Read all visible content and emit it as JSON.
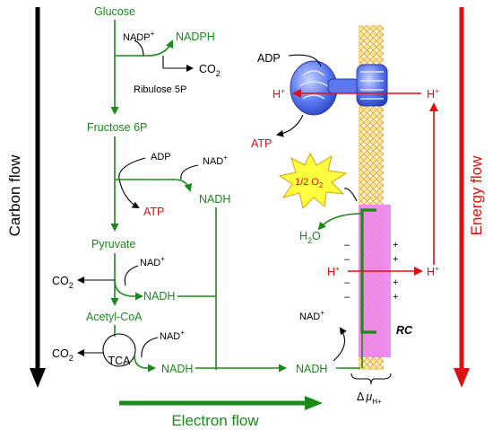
{
  "axes": {
    "carbon_flow": "Carbon flow",
    "energy_flow": "Energy flow",
    "electron_flow": "Electron flow"
  },
  "pathway": {
    "glucose": "Glucose",
    "nadp": "NADP",
    "nadph": "NADPH",
    "co2": "CO",
    "ribulose": "Ribulose 5P",
    "fructose": "Fructose 6P",
    "adp": "ADP",
    "nad": "NAD",
    "atp": "ATP",
    "nadh": "NADH",
    "pyruvate": "Pyruvate",
    "acetyl_coa": "Acetyl-CoA",
    "tca": "TCA"
  },
  "membrane": {
    "adp": "ADP",
    "h": "H",
    "atp": "ATP",
    "half_o2": "1/2 O",
    "h2o_h": "H",
    "h2o_o": "O",
    "nad": "NAD",
    "nadh": "NADH",
    "rc": "RC",
    "minus": "–",
    "plus": "+",
    "delta": "Δ",
    "mu": "μ",
    "h_plus_sub": "H+"
  },
  "symbols": {
    "plus_sup": "+",
    "sub_two": "2"
  },
  "colors": {
    "pathway_green": "#1a8a1a",
    "energy_red": "#e01010",
    "reaction_center_pink": "#ee82ee",
    "membrane_orange": "#f5c040",
    "atp_synthase_blue": "#4a6cf0"
  }
}
